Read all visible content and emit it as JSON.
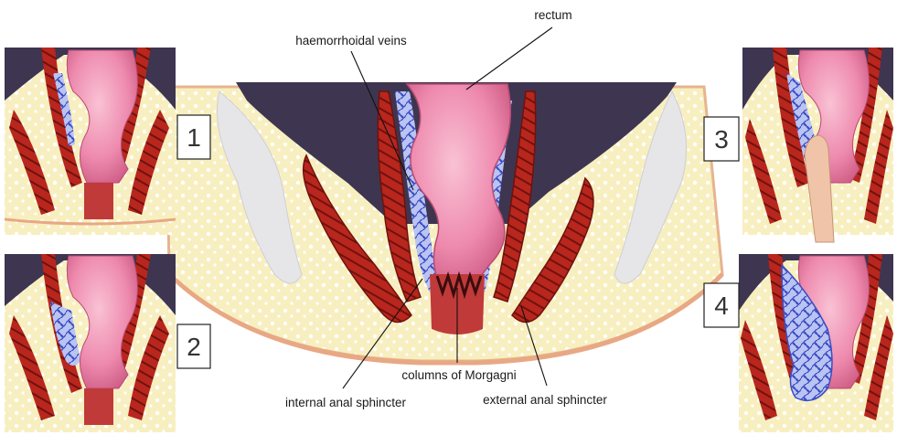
{
  "labels": {
    "rectum": "rectum",
    "haemorrhoidal_veins": "haemorrhoidal veins",
    "columns_of_morgagni": "columns of Morgagni",
    "internal_anal_sphincter": "internal anal sphincter",
    "external_anal_sphincter": "external anal sphincter"
  },
  "panels": [
    {
      "number": "1"
    },
    {
      "number": "2"
    },
    {
      "number": "3"
    },
    {
      "number": "4"
    }
  ],
  "colors": {
    "fat": "#f7efc0",
    "fat_dots": "#ffffff",
    "dark_cavity": "#3e3550",
    "rectum_pink": "#ef8fb0",
    "muscle_red": "#b8261e",
    "muscle_dark": "#7a1410",
    "vein_blue": "#4a5ed0",
    "skin": "#f0c4a8"
  }
}
